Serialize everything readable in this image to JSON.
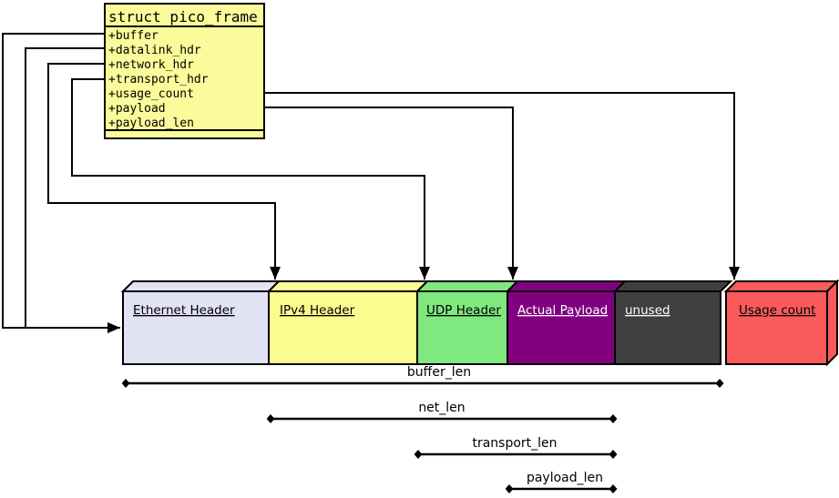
{
  "struct": {
    "title": "struct pico_frame",
    "fill": "#FBFB9B",
    "fields": [
      "+buffer",
      "+datalink_hdr",
      "+network_hdr",
      "+transport_hdr",
      "+usage_count",
      "+payload",
      "+payload_len"
    ]
  },
  "segments": [
    {
      "label": "Ethernet Header",
      "fill": "#E2E2F5",
      "text_color": "#000000"
    },
    {
      "label": "IPv4 Header",
      "fill": "#FBFB8F",
      "text_color": "#000000"
    },
    {
      "label": "UDP Header",
      "fill": "#7FE87F",
      "text_color": "#000000"
    },
    {
      "label": "Actual Payload",
      "fill": "#800080",
      "text_color": "#FFFFFF"
    },
    {
      "label": "unused",
      "fill": "#3F3F3F",
      "text_color": "#FFFFFF"
    },
    {
      "label": "Usage count",
      "fill": "#FA5A5A",
      "text_color": "#000000"
    }
  ],
  "measurements": [
    {
      "label": "buffer_len"
    },
    {
      "label": "net_len"
    },
    {
      "label": "transport_len"
    },
    {
      "label": "payload_len"
    }
  ],
  "connections": [
    {
      "from": "buffer",
      "to": "Ethernet Header (buffer start)"
    },
    {
      "from": "datalink_hdr",
      "to": "Ethernet Header"
    },
    {
      "from": "network_hdr",
      "to": "IPv4 Header"
    },
    {
      "from": "transport_hdr",
      "to": "UDP Header"
    },
    {
      "from": "usage_count",
      "to": "Usage count"
    },
    {
      "from": "payload",
      "to": "Actual Payload"
    }
  ],
  "colors": {
    "line": "#000000",
    "background": "#FFFFFF"
  }
}
